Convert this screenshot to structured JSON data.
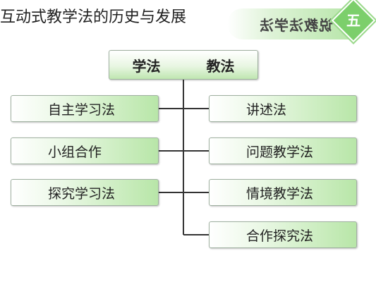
{
  "header": {
    "title": "互动式教学法的历史与发展",
    "banner_text": "说教法学法",
    "badge_text": "五"
  },
  "diagram": {
    "top": {
      "left": "学法",
      "right": "教法"
    },
    "left_items": [
      "自主学习法",
      "小组合作",
      "探究学习法"
    ],
    "right_items": [
      "讲述法",
      "问题教学法",
      "情境教学法",
      "合作探究法"
    ]
  },
  "colors": {
    "box_green": "#b8e6a8",
    "badge_green": "#7ccf6b",
    "line": "#333333"
  }
}
